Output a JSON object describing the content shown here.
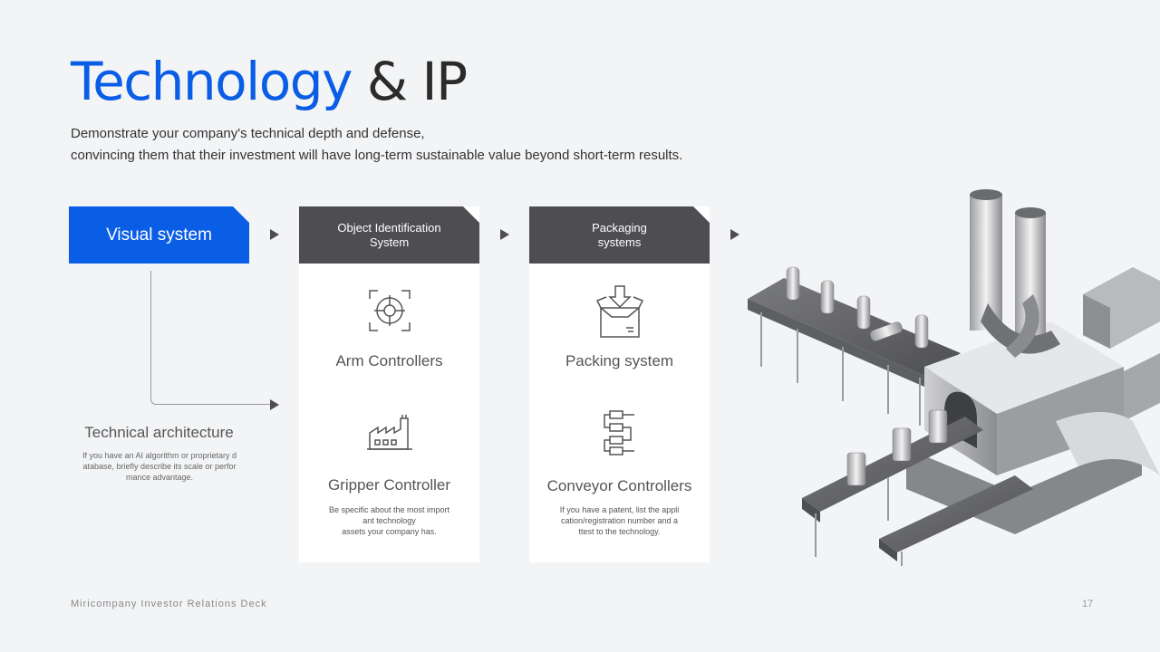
{
  "title": {
    "accent": "Technology",
    "rest": " & IP"
  },
  "subtitle": {
    "line1": "Demonstrate your company's technical depth and defense,",
    "line2": "convincing them that their investment will have long-term sustainable value beyond short-term results."
  },
  "steps": {
    "visual": "Visual system",
    "object": {
      "line1": "Object Identification",
      "line2": "System"
    },
    "packaging": {
      "line1": "Packaging",
      "line2": "systems"
    }
  },
  "object_items": [
    {
      "label": "Arm Controllers",
      "icon": "target-icon"
    },
    {
      "label": "Gripper Controller",
      "icon": "factory-icon",
      "desc1": "Be specific about the most import",
      "desc2": "ant technology",
      "desc3": "assets your company has."
    }
  ],
  "packaging_items": [
    {
      "label": "Packing system",
      "icon": "box-icon"
    },
    {
      "label": "Conveyor Controllers",
      "icon": "flowchart-icon",
      "desc1": "If you have a patent, list the appli",
      "desc2": "cation/registration number and a",
      "desc3": "ttest to the technology."
    }
  ],
  "architecture": {
    "title": "Technical architecture",
    "desc1": "If you have an AI algorithm or proprietary d",
    "desc2": "atabase, briefly describe its scale or perfor",
    "desc3": "mance advantage."
  },
  "footer": {
    "deck": "Miricompany Investor Relations Deck",
    "page": "17"
  },
  "colors": {
    "accent": "#0a5ee6",
    "dark": "#4e4e52",
    "background": "#f3f4f6"
  }
}
